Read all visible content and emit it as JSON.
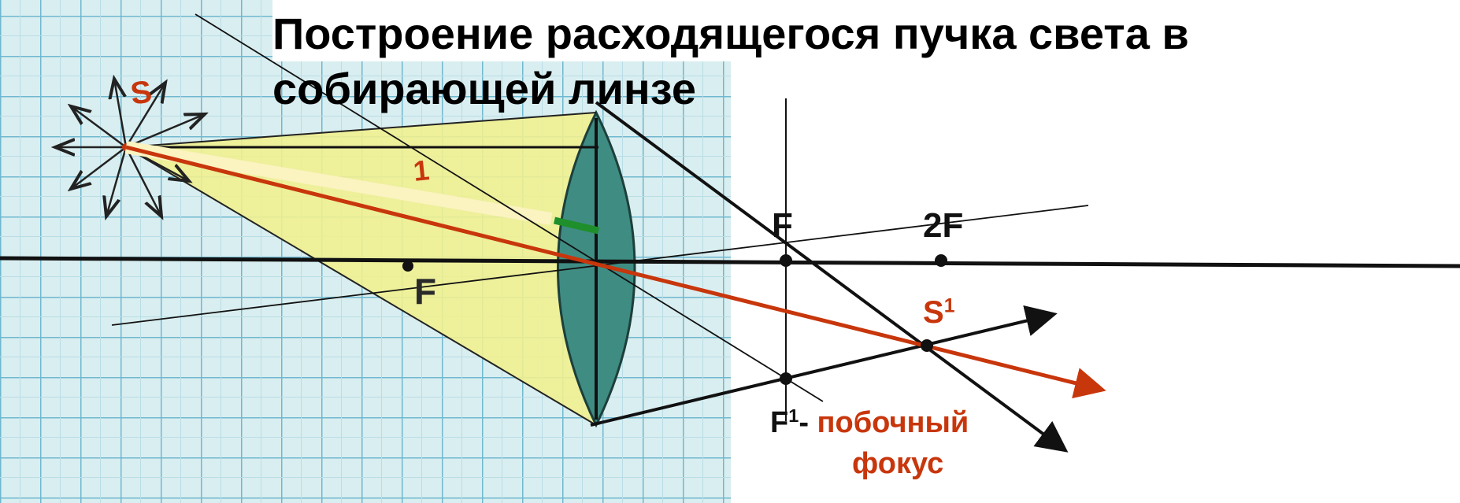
{
  "title": "Построение расходящегося пучка света в собирающей линзе",
  "labels": {
    "focus_right": "F",
    "double_focus": "2F",
    "image_point_base": "S",
    "image_point_sup": "1",
    "side_focus_base": "F",
    "side_focus_sup": "1",
    "side_focus_dash": "-",
    "side_focus_text_line1": "побочный",
    "side_focus_text_line2": "фокус"
  },
  "figure_labels": {
    "source": "S",
    "focus_left": "F",
    "ray_number": "1"
  },
  "colors": {
    "grid_paper": "#d9eef0",
    "grid_line": "#6fb8d0",
    "cone_fill": "#f0ef90",
    "lens_fill": "#3f8c83",
    "red_ray": "#c8360c",
    "highlight_ray": "#fbf3c0",
    "green_segment": "#1e8f2a",
    "black": "#111111"
  }
}
